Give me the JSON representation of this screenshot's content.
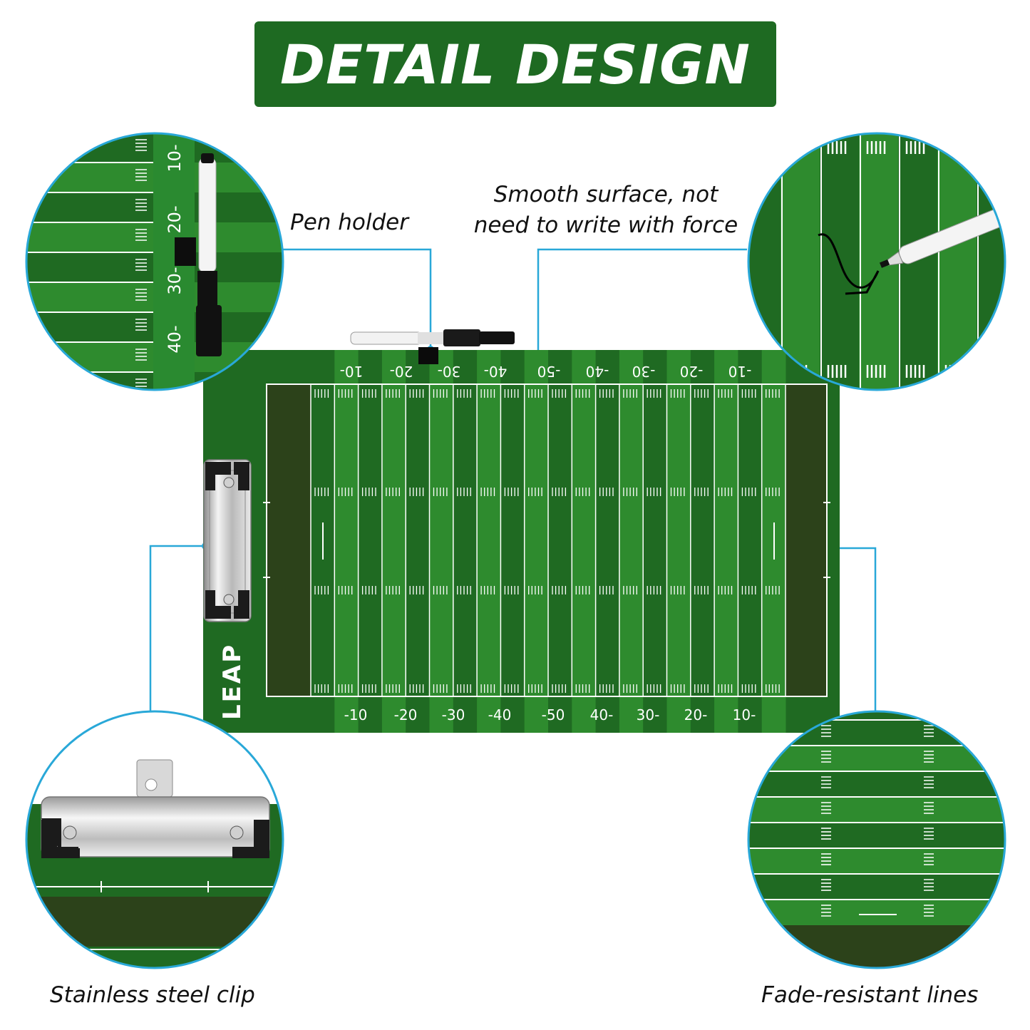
{
  "banner": {
    "title": "DETAIL DESIGN"
  },
  "callouts": {
    "pen_holder": "Pen holder",
    "smooth_line1": "Smooth surface, not",
    "smooth_line2": "need to write with force",
    "clip": "Stainless steel clip",
    "lines": "Fade-resistant lines"
  },
  "board": {
    "brand": "LEAP",
    "top_numbers": [
      "10-",
      "20-",
      "30-",
      "40-",
      "-50",
      "-40",
      "-30",
      "-20",
      "-10"
    ],
    "bottom_numbers": [
      "-10",
      "-20",
      "-30",
      "-40",
      "-50",
      "40-",
      "30-",
      "20-",
      "10-"
    ]
  },
  "zoom_numbers": [
    "10-",
    "20-",
    "30-",
    "40-"
  ],
  "colors": {
    "banner_green": "#1e6a22",
    "field_dark": "#1f6a22",
    "field_light": "#2e8b2e",
    "endzone": "#2c421a",
    "callout_line": "#29a8d8"
  }
}
